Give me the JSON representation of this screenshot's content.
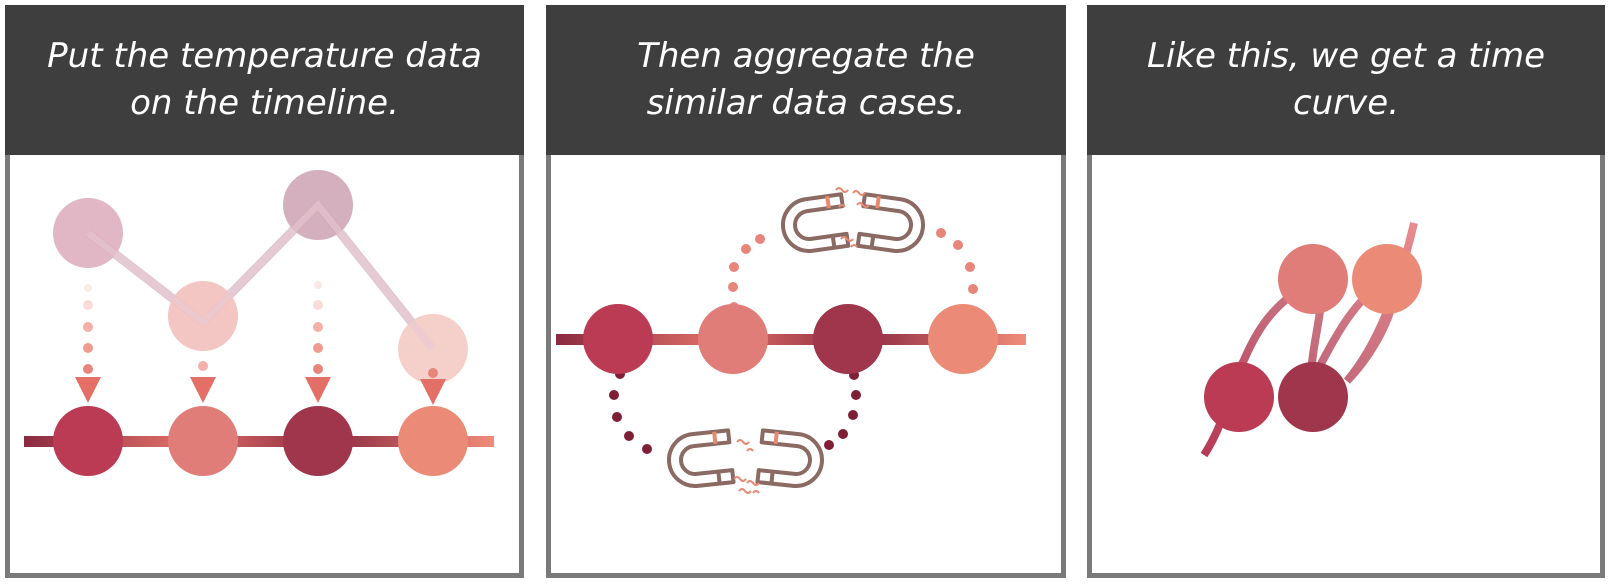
{
  "panels": [
    {
      "caption": "Put the temperature data on the timeline."
    },
    {
      "caption": "Then aggregate the similar data cases."
    },
    {
      "caption": "Like this, we get a time curve."
    }
  ],
  "colors": {
    "header_bg": "#3e3e3e",
    "frame": "#7a7a7a",
    "dot_1": "#bb3b54",
    "dot_2": "#e07d78",
    "dot_3": "#a0364b",
    "dot_4": "#eb8a77",
    "magnet": "#8a6a62",
    "magnet_tip": "#e88a72"
  }
}
